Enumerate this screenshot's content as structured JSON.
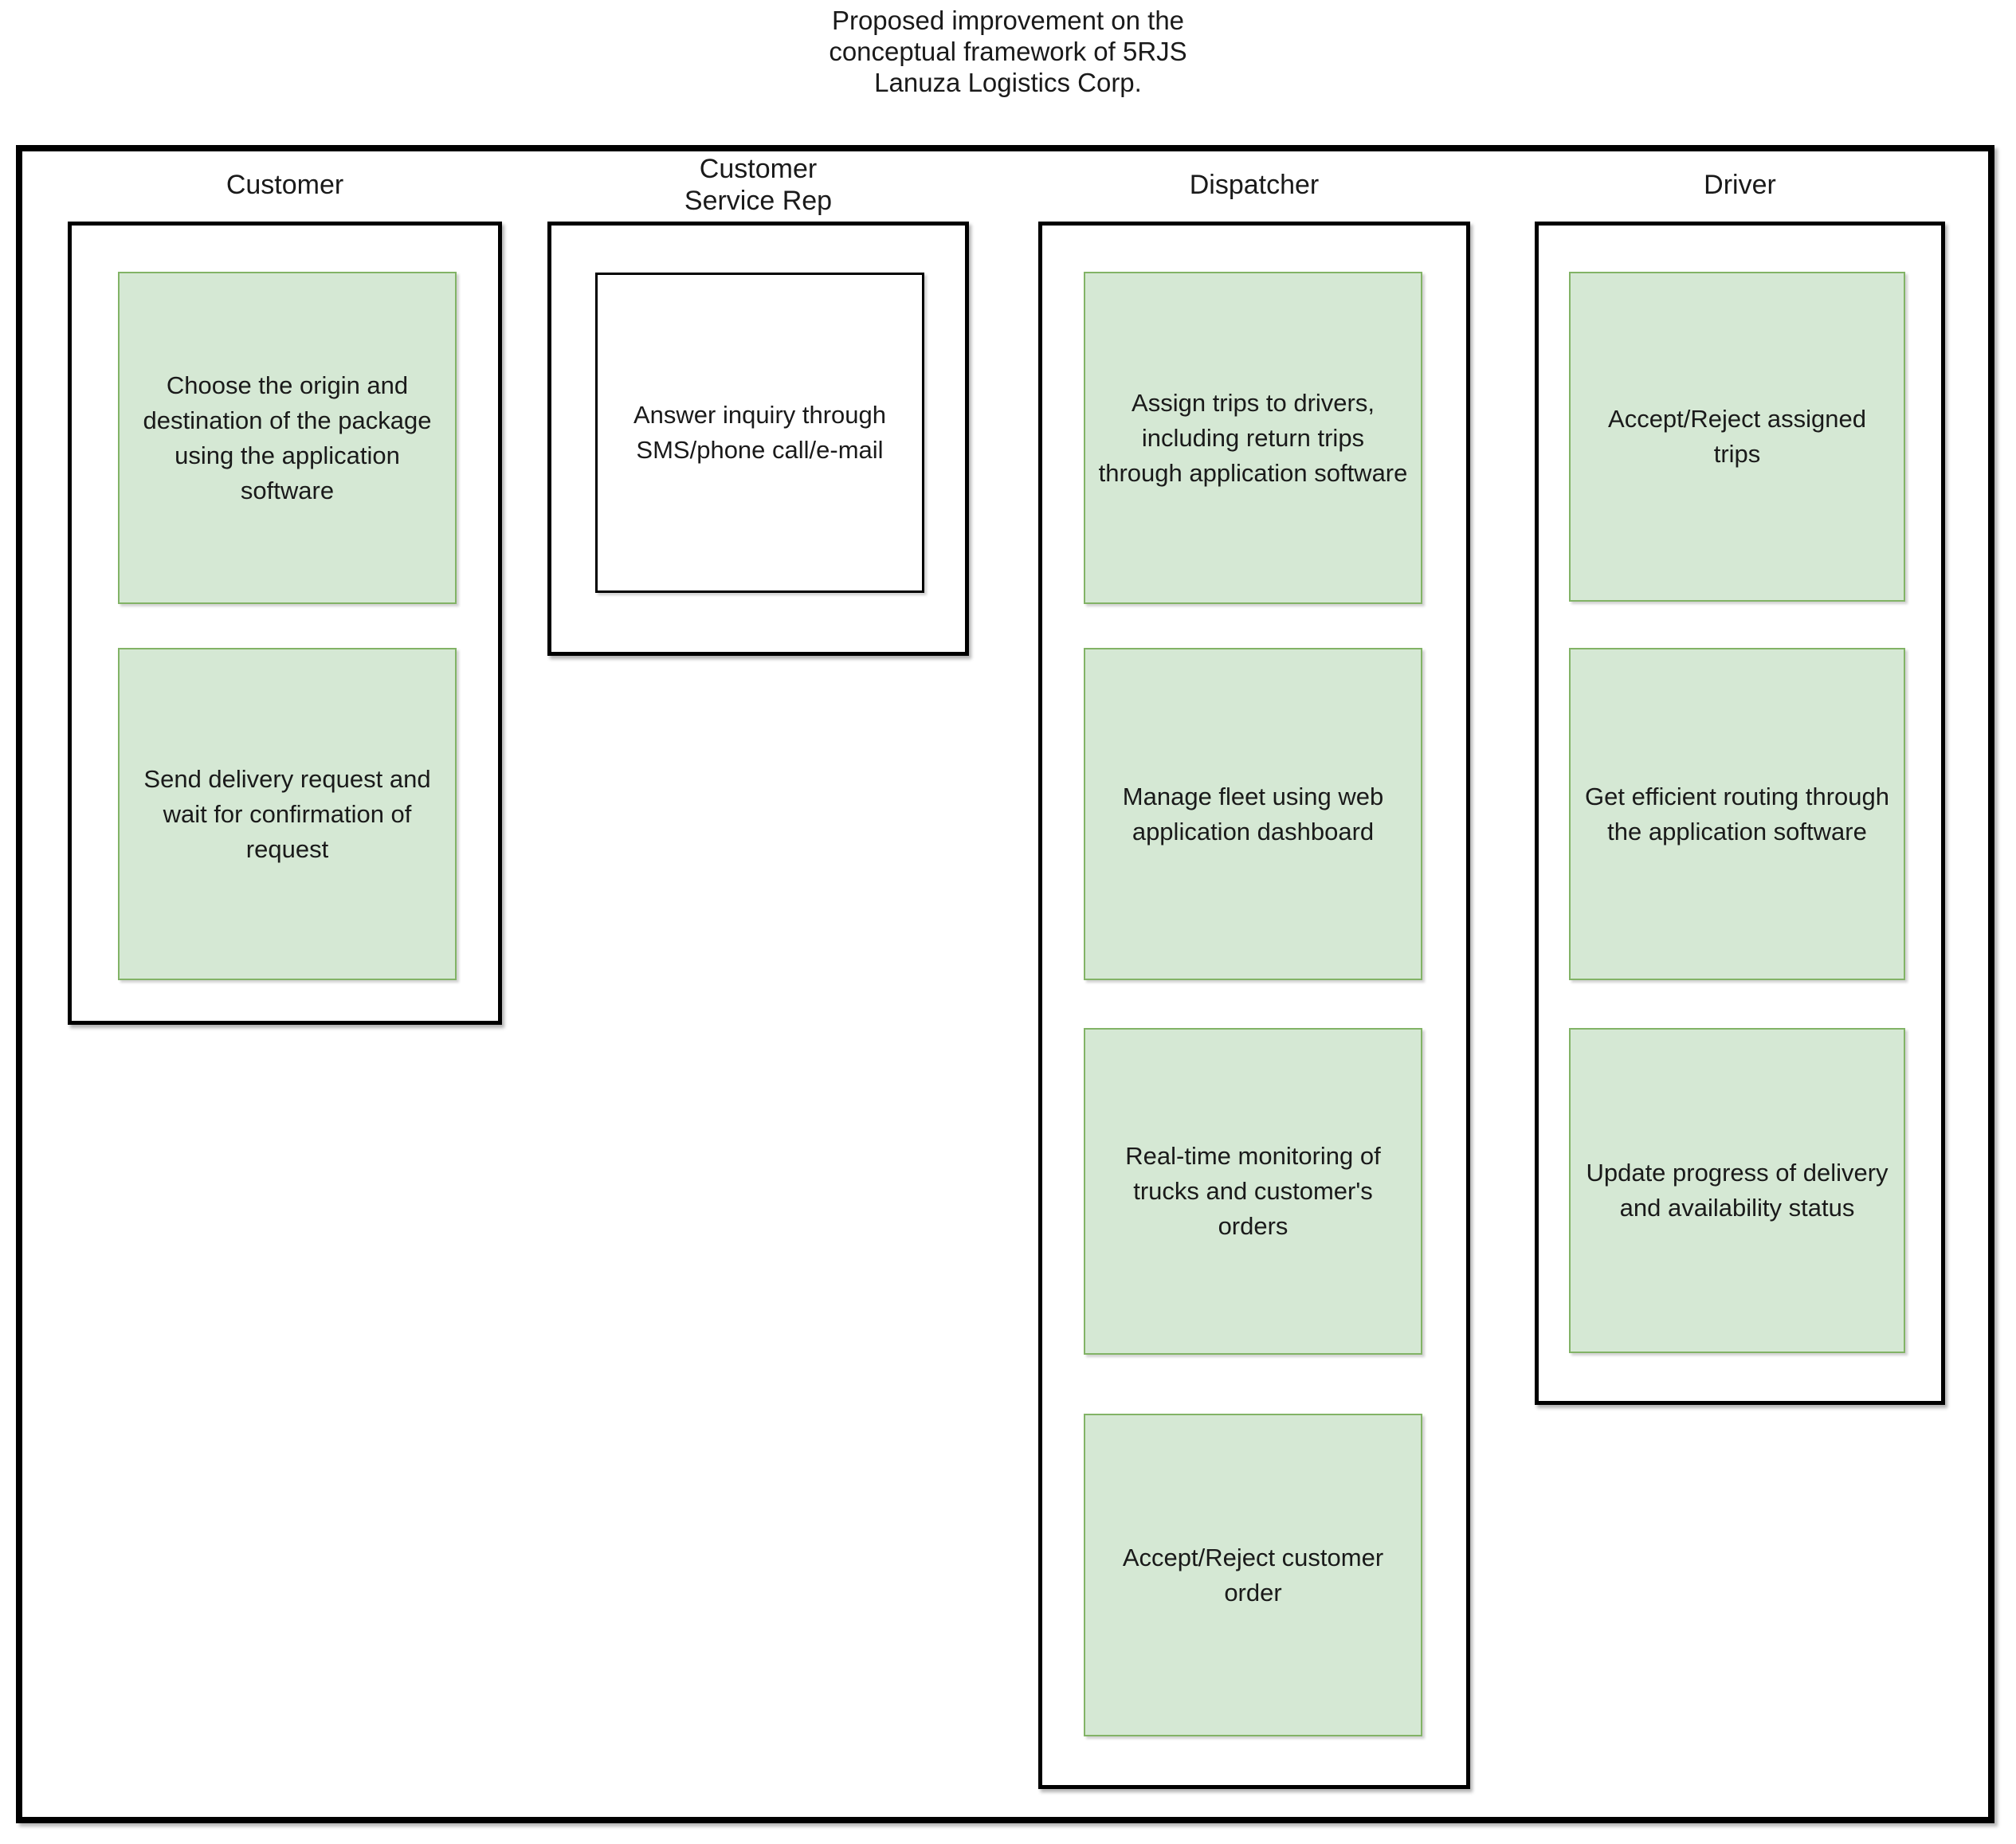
{
  "title": "Proposed improvement on the\nconceptual framework of 5RJS\nLanuza Logistics Corp.",
  "colors": {
    "task_fill": "#d5e8d4",
    "task_border": "#82b366",
    "plain_task_fill": "#ffffff",
    "plain_task_border": "#000000",
    "lane_border": "#000000",
    "text": "#1a1a1a"
  },
  "lanes": [
    {
      "label": "Customer",
      "tasks": [
        {
          "text": "Choose the origin and destination of the package using the application software",
          "style": "green"
        },
        {
          "text": "Send delivery request and wait for confirmation of request",
          "style": "green"
        }
      ]
    },
    {
      "label": "Customer\nService Rep",
      "tasks": [
        {
          "text": "Answer inquiry through SMS/phone call/e-mail",
          "style": "plain"
        }
      ]
    },
    {
      "label": "Dispatcher",
      "tasks": [
        {
          "text": "Assign trips to drivers, including return trips through application software",
          "style": "green"
        },
        {
          "text": "Manage fleet using web application dashboard",
          "style": "green"
        },
        {
          "text": "Real-time monitoring of trucks and customer's orders",
          "style": "green"
        },
        {
          "text": "Accept/Reject customer order",
          "style": "green"
        }
      ]
    },
    {
      "label": "Driver",
      "tasks": [
        {
          "text": "Accept/Reject assigned trips",
          "style": "green"
        },
        {
          "text": "Get efficient routing through the application software",
          "style": "green"
        },
        {
          "text": "Update progress of delivery and availability status",
          "style": "green"
        }
      ]
    }
  ]
}
